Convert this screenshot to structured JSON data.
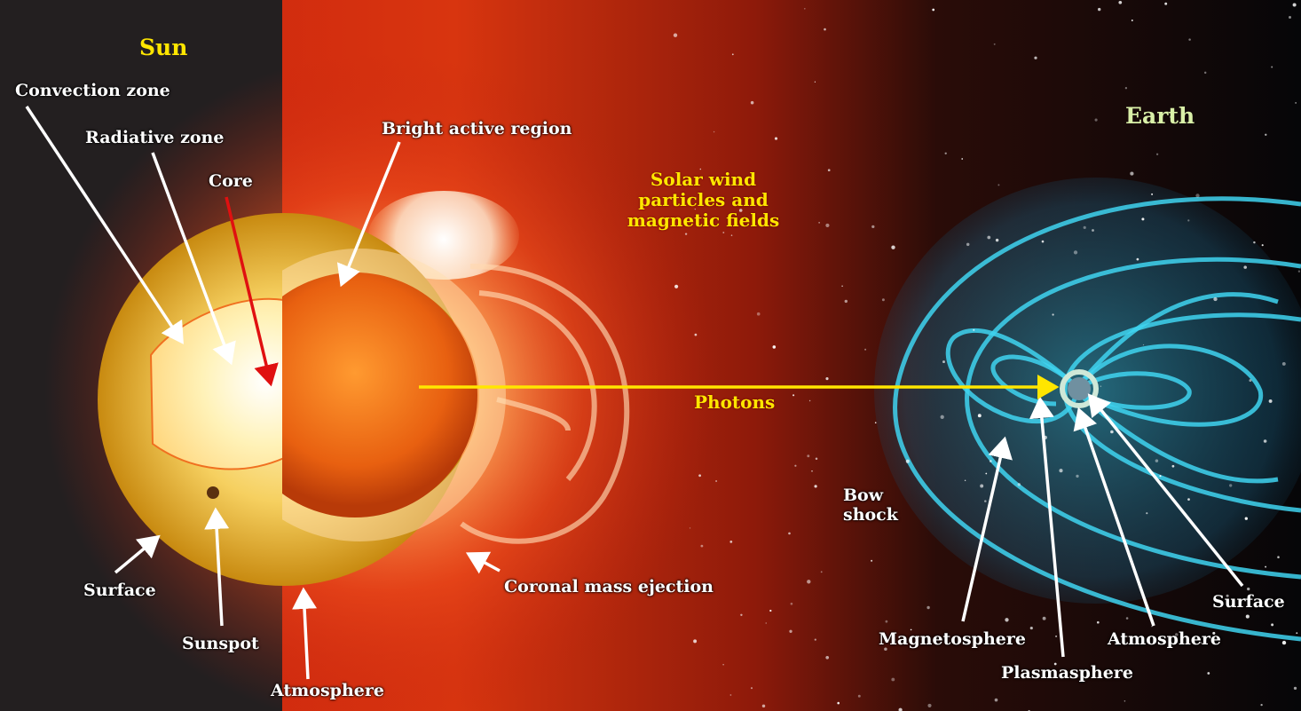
{
  "titles": {
    "sun": "Sun",
    "earth": "Earth"
  },
  "sun_labels": {
    "convection_zone": "Convection zone",
    "radiative_zone": "Radiative zone",
    "core": "Core",
    "surface": "Surface",
    "sunspot": "Sunspot",
    "atmosphere": "Atmosphere",
    "bright_active_region": "Bright active region",
    "coronal_mass_ejection": "Coronal mass ejection"
  },
  "space_labels": {
    "solar_wind_line1": "Solar wind",
    "solar_wind_line2": "particles and",
    "solar_wind_line3": "magnetic fields",
    "photons": "Photons",
    "bow_shock_line1": "Bow",
    "bow_shock_line2": "shock"
  },
  "earth_labels": {
    "magnetosphere": "Magnetosphere",
    "plasmasphere": "Plasmasphere",
    "atmosphere": "Atmosphere",
    "surface": "Surface"
  },
  "colors": {
    "label_white": "#ffffff",
    "label_yellow": "#ffe600",
    "earth_title": "#d9f0a8",
    "core_arrow": "#e01010",
    "photon_arrow": "#ffe600",
    "field_lines": "#3fd4f0"
  }
}
